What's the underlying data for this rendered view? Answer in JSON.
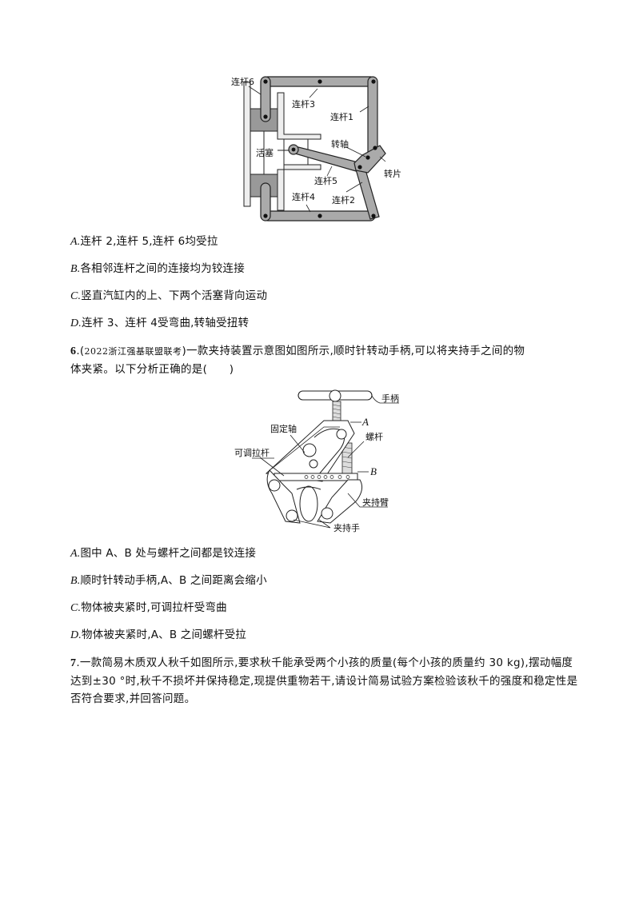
{
  "figure1": {
    "labels": {
      "rod6": "连杆6",
      "rod3": "连杆3",
      "rod1": "连杆1",
      "piston": "活塞",
      "shaft": "转轴",
      "plate": "转片",
      "rod5": "连杆5",
      "rod4": "连杆4",
      "rod2": "连杆2"
    }
  },
  "question5_options": [
    {
      "letter": "A.",
      "text": "连杆 2,连杆 5,连杆 6均受拉"
    },
    {
      "letter": "B.",
      "text": "各相邻连杆之间的连接均为铰连接"
    },
    {
      "letter": "C.",
      "text": "竖直汽缸内的上、下两个活塞背向运动"
    },
    {
      "letter": "D.",
      "text": "连杆 3、连杆 4受弯曲,转轴受扭转"
    }
  ],
  "question6": {
    "number": "6",
    "prefix": ".(",
    "source": "2022浙江强基联盟联考",
    "stem_line1": ")一款夹持装置示意图如图所示,顺时针转动手柄,可以将夹持手之间的物",
    "stem_line2": "体夹紧。以下分析正确的是(　　)",
    "figure_labels": {
      "handle": "手柄",
      "A": "A",
      "fixed_shaft": "固定轴",
      "screw": "螺杆",
      "adjustable_rod": "可调拉杆",
      "B": "B",
      "clamp_arm": "夹持臂",
      "clamp_hand": "夹持手"
    },
    "options": [
      {
        "letter": "A.",
        "text": "图中 A、B 处与螺杆之间都是铰连接"
      },
      {
        "letter": "B.",
        "text": "顺时针转动手柄,A、B 之间距离会缩小"
      },
      {
        "letter": "C.",
        "text": "物体被夹紧时,可调拉杆受弯曲"
      },
      {
        "letter": "D.",
        "text": "物体被夹紧时,A、B 之间螺杆受拉"
      }
    ]
  },
  "question7": {
    "number": "7",
    "text": ".一款简易木质双人秋千如图所示,要求秋千能承受两个小孩的质量(每个小孩的质量约 30 kg),摆动幅度达到±30 °时,秋千不损坏并保持稳定,现提供重物若干,请设计简易试验方案检验该秋千的强度和稳定性是否符合要求,并回答问题。"
  }
}
